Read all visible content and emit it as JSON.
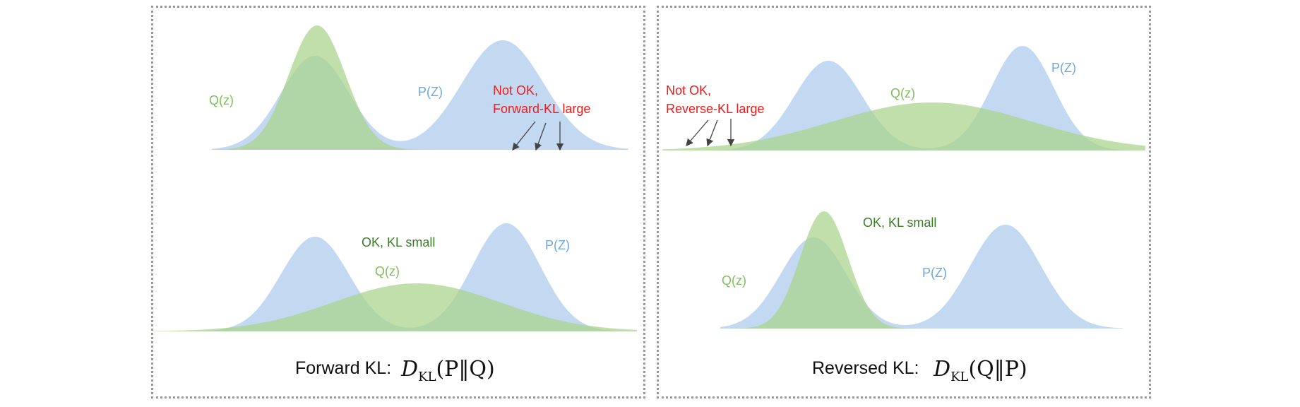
{
  "colors": {
    "p_fill": "#b7d2ef",
    "q_fill": "#a9d28a",
    "overlap_fill": "#8cc27a",
    "q_text": "#7fbe5b",
    "p_text": "#6fa8dc",
    "ok_text": "#3c7a28",
    "warn_text": "#ee1c1c"
  },
  "left": {
    "top": {
      "q_label": "Q(z)",
      "p_label": "P(Z)",
      "warn_line1": "Not OK,",
      "warn_line2": "Forward-KL large"
    },
    "bottom": {
      "ok_label": "OK, KL small",
      "q_label": "Q(z)",
      "p_label": "P(Z)"
    },
    "caption": "Forward KL:",
    "formula": {
      "d": "D",
      "sub": "KL",
      "args": "(P‖Q)"
    }
  },
  "right": {
    "top": {
      "warn_line1": "Not OK,",
      "warn_line2": "Reverse-KL large",
      "q_label": "Q(z)",
      "p_label": "P(Z)"
    },
    "bottom": {
      "ok_label": "OK, KL small",
      "q_label": "Q(z)",
      "p_label": "P(Z)"
    },
    "caption": "Reversed KL:",
    "formula": {
      "d": "D",
      "sub": "KL",
      "args": "(Q‖P)"
    }
  }
}
